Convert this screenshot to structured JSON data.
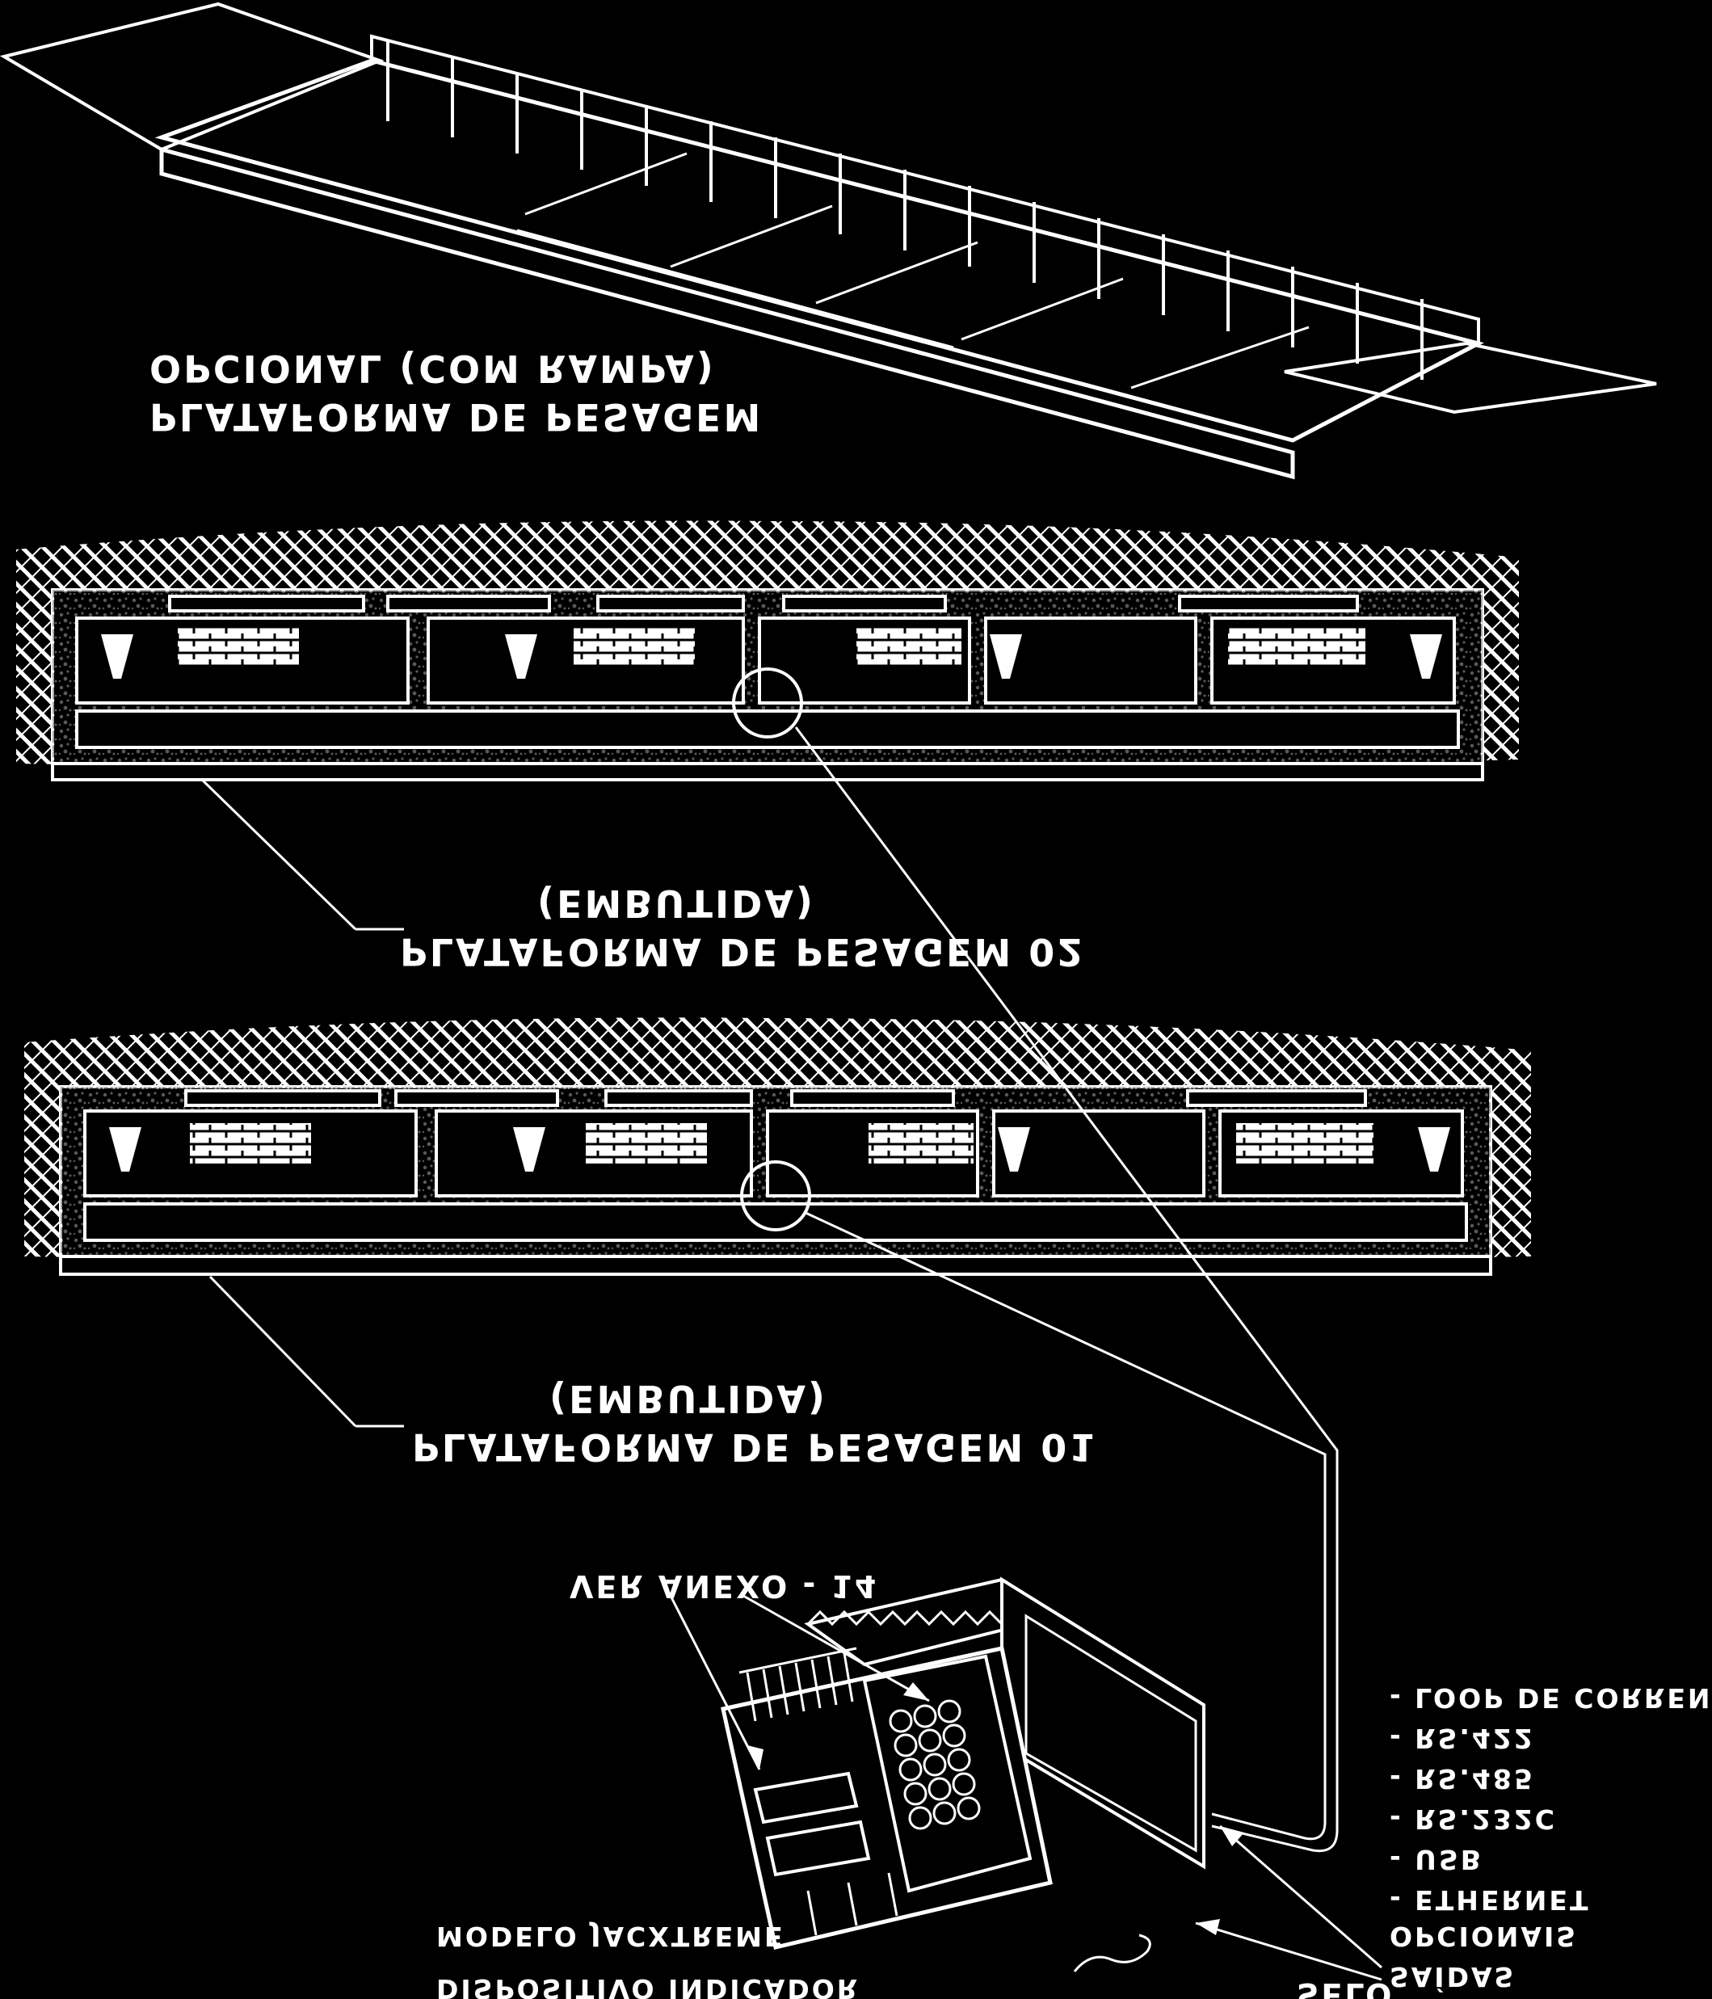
{
  "labels": {
    "ramp_line1": "OPCIONAL (COM RAMPA)",
    "ramp_line2": "PLATAFORMA DE PESAGEM",
    "p2_line1": "(EMBUTIDA)",
    "p2_line2": "PLATAFORMA DE PESAGEM 02",
    "p1_line1": "(EMBUTIDA)",
    "p1_line2": "PLATAFORMA DE PESAGEM 01",
    "annex": "VER ANEXO - 14",
    "opt_loop": "- LOOP DE CORRENTE",
    "opt_rs422": "- RS.422",
    "opt_rs485": "- RS.485",
    "opt_rs232": "- RS.232C",
    "opt_usb": "- USB",
    "opt_eth": "- ETHERNET",
    "outputs_line1": "OPCIONAIS",
    "outputs_line2": "SAÍDAS",
    "model": "MODELO JACXTREME",
    "device": "DISPOSITIVO INDICADOR",
    "seal": "SELO"
  },
  "colors": {
    "background": "#000000",
    "ink": "#ffffff"
  }
}
